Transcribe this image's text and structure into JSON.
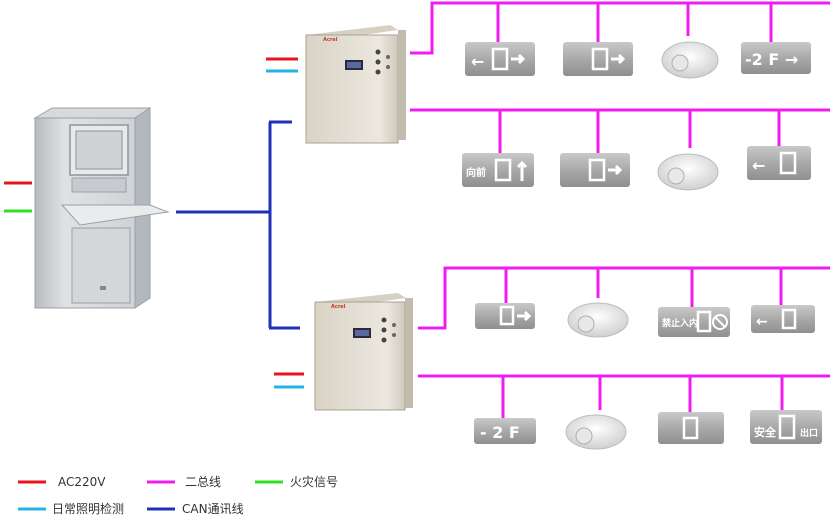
{
  "colors": {
    "ac": "#e8141c",
    "bus": "#f01cf0",
    "fire": "#33dd22",
    "daylight": "#22b4e6",
    "can": "#2230b8"
  },
  "brand": "Acrel",
  "signs": {
    "r1_1": "←",
    "r1_4": "-2 F →",
    "r2_1": "向前",
    "r2_4": "←",
    "r3_3": "禁止入内",
    "r3_4": "←",
    "r4_1": "- 2 F",
    "r4_4a": "安全",
    "r4_4b": "出口"
  },
  "legend": [
    {
      "label": "AC220V",
      "color": "#e8141c"
    },
    {
      "label": "二总线",
      "color": "#f01cf0"
    },
    {
      "label": "火灾信号",
      "color": "#33dd22"
    },
    {
      "label": "日常照明检测",
      "color": "#22b4e6"
    },
    {
      "label": "CAN通讯线",
      "color": "#2230b8"
    }
  ]
}
